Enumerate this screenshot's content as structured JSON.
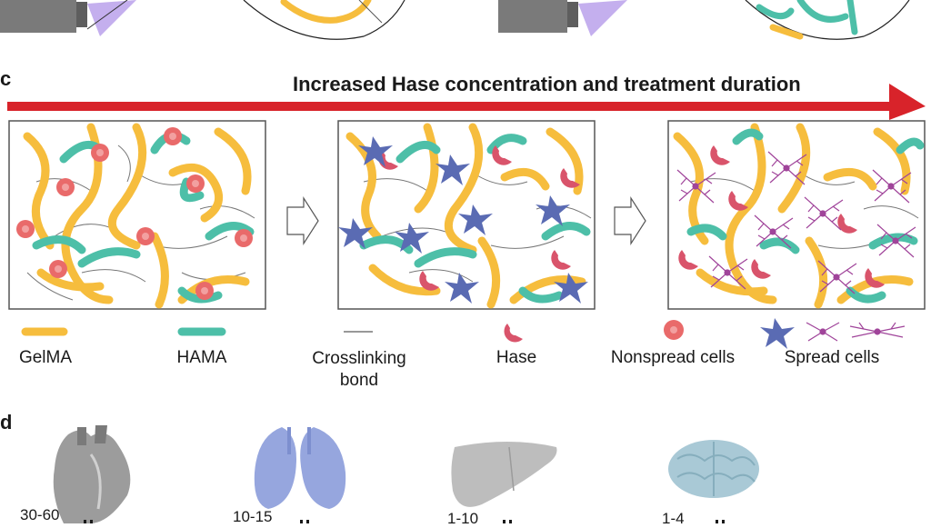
{
  "panel_c": {
    "letter": "c",
    "arrow_title": "Increased Hase concentration and treatment duration",
    "legend": [
      {
        "id": "gelma",
        "label": "GelMA"
      },
      {
        "id": "hama",
        "label": "HAMA"
      },
      {
        "id": "crosslink",
        "label": "Crosslinking bond"
      },
      {
        "id": "hase",
        "label": "Hase"
      },
      {
        "id": "nonspread",
        "label": "Nonspread cells"
      },
      {
        "id": "spread",
        "label": "Spread cells"
      }
    ]
  },
  "panel_d": {
    "letter": "d",
    "organs": [
      {
        "name": "heart-icon",
        "value": "30-60"
      },
      {
        "name": "lung-icon",
        "value": "10-15"
      },
      {
        "name": "liver-icon",
        "value": "1-10"
      },
      {
        "name": "brain-icon",
        "value": "1-4"
      }
    ]
  },
  "colors": {
    "gelma": "#f6bd3d",
    "hama": "#4dbfa8",
    "hase": "#d9546b",
    "cell_nonspread": "#e96a6a",
    "cell_spread_blue": "#5a6bb3",
    "cell_spread_purple": "#a0449a",
    "arrow": "#d8232a"
  }
}
